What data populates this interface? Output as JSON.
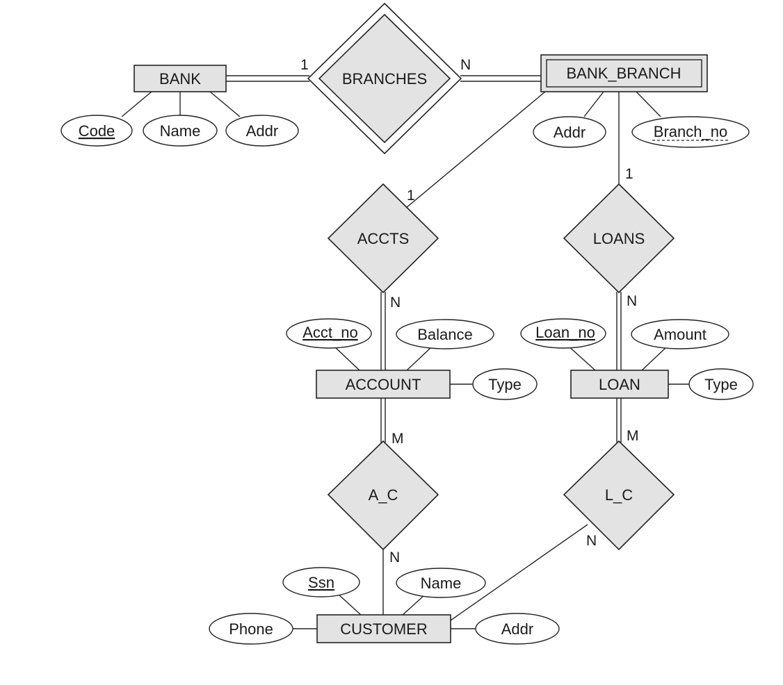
{
  "entities": {
    "bank": "BANK",
    "bank_branch": "BANK_BRANCH",
    "account": "ACCOUNT",
    "loan": "LOAN",
    "customer": "CUSTOMER"
  },
  "relationships": {
    "branches": "BRANCHES",
    "accts": "ACCTS",
    "loans": "LOANS",
    "a_c": "A_C",
    "l_c": "L_C"
  },
  "attributes": {
    "bank_code": "Code",
    "bank_name": "Name",
    "bank_addr": "Addr",
    "branch_addr": "Addr",
    "branch_no": "Branch_no",
    "acct_no": "Acct_no",
    "balance": "Balance",
    "account_type": "Type",
    "loan_no": "Loan_no",
    "amount": "Amount",
    "loan_type": "Type",
    "ssn": "Ssn",
    "customer_name": "Name",
    "phone": "Phone",
    "customer_addr": "Addr"
  },
  "cardinalities": {
    "bank_branches": "1",
    "branches_branch": "N",
    "branch_accts": "1",
    "accts_account": "N",
    "branch_loans": "1",
    "loans_loan": "N",
    "account_ac": "M",
    "ac_customer": "N",
    "loan_lc": "M",
    "lc_customer": "N"
  }
}
